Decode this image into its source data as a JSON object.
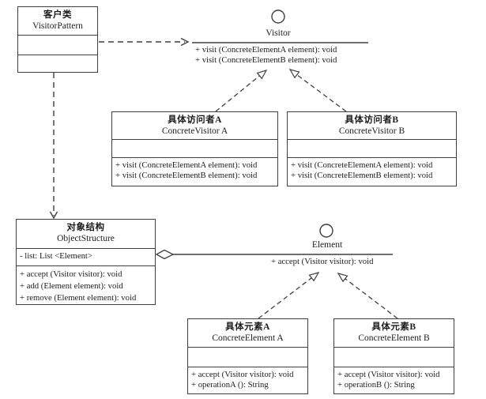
{
  "colors": {
    "line": "#3f3f3f",
    "text": "#1c1c1c",
    "background": "#ffffff"
  },
  "classes": {
    "client": {
      "title_cn": "客户类",
      "title_en": "VisitorPattern"
    },
    "concrete_visitor_a": {
      "title_cn": "具体访问者A",
      "title_en": "ConcreteVisitor A",
      "methods": [
        "+ visit (ConcreteElementA element): void",
        "+ visit (ConcreteElementB element): void"
      ]
    },
    "concrete_visitor_b": {
      "title_cn": "具体访问者B",
      "title_en": "ConcreteVisitor B",
      "methods": [
        "+ visit (ConcreteElementA element): void",
        "+ visit (ConcreteElementB element): void"
      ]
    },
    "object_structure": {
      "title_cn": "对象结构",
      "title_en": "ObjectStructure",
      "attributes": [
        "- list: List <Element>"
      ],
      "methods": [
        "+ accept (Visitor visitor): void",
        "+ add (Element element): void",
        "+ remove (Element element): void"
      ]
    },
    "concrete_element_a": {
      "title_cn": "具体元素A",
      "title_en": "ConcreteElement A",
      "methods": [
        "+ accept (Visitor visitor): void",
        "+ operationA (): String"
      ]
    },
    "concrete_element_b": {
      "title_cn": "具体元素B",
      "title_en": "ConcreteElement B",
      "methods": [
        "+ accept (Visitor visitor): void",
        "+ operationB (): String"
      ]
    }
  },
  "interfaces": {
    "visitor": {
      "name": "Visitor",
      "methods": [
        "+ visit (ConcreteElementA element): void",
        "+ visit (ConcreteElementB element): void"
      ]
    },
    "element": {
      "name": "Element",
      "methods": [
        "+ accept (Visitor visitor): void"
      ]
    }
  },
  "relationships": [
    {
      "type": "dependency",
      "from": "VisitorPattern",
      "to": "Visitor"
    },
    {
      "type": "dependency",
      "from": "VisitorPattern",
      "to": "ObjectStructure"
    },
    {
      "type": "realization",
      "from": "ConcreteVisitor A",
      "to": "Visitor"
    },
    {
      "type": "realization",
      "from": "ConcreteVisitor B",
      "to": "Visitor"
    },
    {
      "type": "aggregation",
      "from": "ObjectStructure",
      "to": "Element"
    },
    {
      "type": "realization",
      "from": "ConcreteElement A",
      "to": "Element"
    },
    {
      "type": "realization",
      "from": "ConcreteElement B",
      "to": "Element"
    }
  ]
}
